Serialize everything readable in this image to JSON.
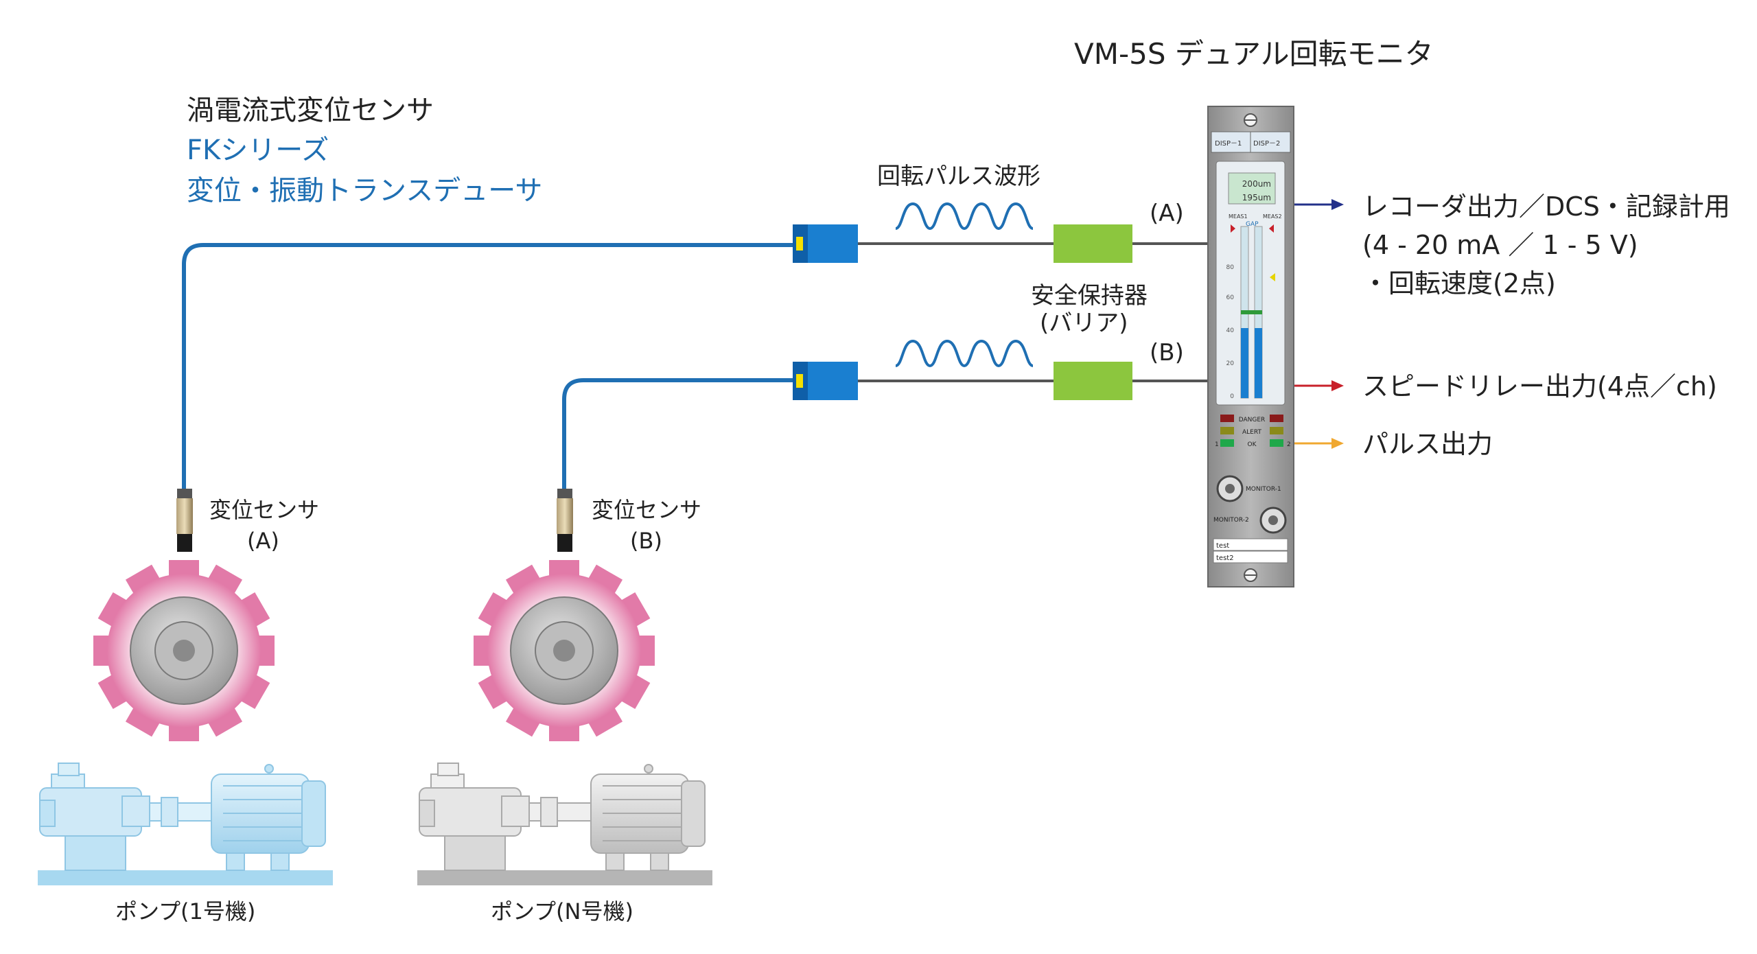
{
  "monitor_title": "VM-5S デュアル回転モニタ",
  "sensor_series": {
    "line1": "渦電流式変位センサ",
    "line2": "FKシリーズ",
    "line3": "変位・振動トランスデューサ"
  },
  "pulse_label": "回転パルス波形",
  "channel_a": "(A)",
  "channel_b": "(B)",
  "barrier": {
    "line1": "安全保持器",
    "line2": "(バリア)"
  },
  "outputs": {
    "recorder_line1": "レコーダ出力／DCS・記録計用",
    "recorder_line2": "(4 - 20 mA ／ 1 - 5 V)",
    "recorder_line3": "・回転速度(2点)",
    "relay": "スピードリレー出力(4点／ch)",
    "pulse": "パルス出力"
  },
  "sensors": [
    {
      "name": "変位センサ",
      "channel": "(A)"
    },
    {
      "name": "変位センサ",
      "channel": "(B)"
    }
  ],
  "pumps": [
    {
      "label": "ポンプ(1号機)"
    },
    {
      "label": "ポンプ(N号機)"
    }
  ],
  "monitor_panel": {
    "disp1": "DISP－1",
    "disp2": "DISP－2",
    "value1": "200um",
    "value2": "195um",
    "meas1": "MEAS1",
    "meas2": "MEAS2",
    "gap": "GAP",
    "scale_labels": [
      "80",
      "60",
      "40",
      "20",
      "0"
    ],
    "danger": "DANGER",
    "alert": "ALERT",
    "ok": "OK",
    "ch1": "1",
    "ch2": "2",
    "monitor1": "MONITOR-1",
    "monitor2": "MONITOR-2",
    "tag1": "test",
    "tag2": "test2"
  },
  "colors": {
    "cable": "#1f6fb3",
    "connector": "#1a7fd0",
    "barrier": "#8cc63e",
    "gear": "#e27aa8",
    "arrow_recorder": "#23308a",
    "arrow_relay": "#c8202a",
    "arrow_pulse": "#f0a830",
    "pump1": "#bfe3f5",
    "pump2": "#d9d9d9"
  }
}
